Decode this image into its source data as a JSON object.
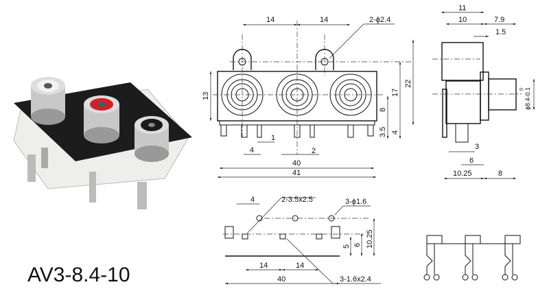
{
  "product": {
    "model": "AV3-8.4-10"
  },
  "front_view": {
    "labels": [
      "14",
      "14",
      "2-ϕ2.4",
      "13",
      "22",
      "17",
      "8",
      "3.5",
      "4",
      "1",
      "4",
      "2",
      "40",
      "41"
    ]
  },
  "side_view": {
    "labels": [
      "11",
      "10",
      "7.9",
      "1.5",
      "ϕ8.4-0.1",
      "3",
      "6",
      "10.25",
      "8"
    ],
    "tolerance_upper": "0"
  },
  "footprint_view": {
    "labels": [
      "4",
      "2-3.5x2.5",
      "3-ϕ1.6",
      "5",
      "6",
      "10.25",
      "14",
      "14",
      "40",
      "3-1.6x2.4"
    ]
  },
  "colors": {
    "jack_red": "#d0202a",
    "jack_white": "#f2f2f2",
    "jack_black": "#1a1a1a",
    "base_black": "#1c1c1c",
    "body_white": "#eeeeea"
  }
}
